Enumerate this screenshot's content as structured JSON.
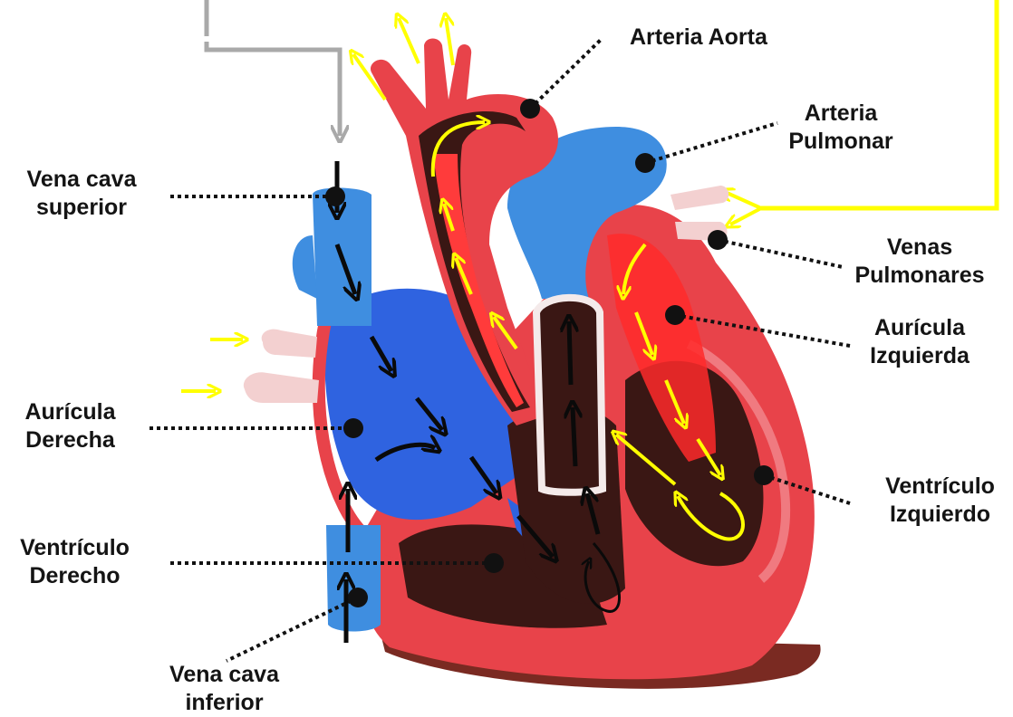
{
  "labels": {
    "arteria_aorta": {
      "line1": "Arteria Aorta"
    },
    "arteria_pulmonar": {
      "line1": "Arteria",
      "line2": "Pulmonar"
    },
    "vena_cava_superior": {
      "line1": "Vena cava",
      "line2": "superior"
    },
    "venas_pulmonares": {
      "line1": "Venas",
      "line2": "Pulmonares"
    },
    "auricula_izquierda": {
      "line1": "Aurícula",
      "line2": "Izquierda"
    },
    "auricula_derecha": {
      "line1": "Aurícula",
      "line2": "Derecha"
    },
    "ventriculo_izquierdo": {
      "line1": "Ventrículo",
      "line2": "Izquierdo"
    },
    "ventriculo_derecho": {
      "line1": "Ventrículo",
      "line2": "Derecho"
    },
    "vena_cava_inferior": {
      "line1": "Vena cava",
      "line2": "inferior"
    }
  },
  "colors": {
    "oxygenated": "#e8434a",
    "deoxygenated": "#2f63e0",
    "vessel_blue": "#3f8ee0",
    "chamber_dark": "#3a1714",
    "flow_oxygenated": "#ffff00",
    "flow_deoxygenated": "#0a0a0a",
    "systemic_loop": "#a9a9a9",
    "pointer": "#111111"
  }
}
